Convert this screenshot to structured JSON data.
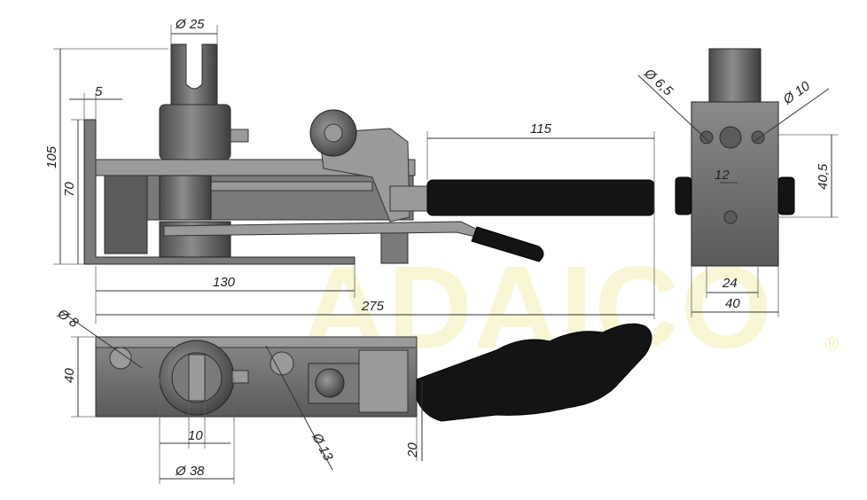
{
  "watermark": {
    "text": "ADAICO",
    "registered": "®"
  },
  "dimensions": {
    "dia_25": "Ø 25",
    "d_5": "5",
    "d_105": "105",
    "d_70": "70",
    "d_115": "115",
    "d_130": "130",
    "d_275": "275",
    "dia_8": "Ø 8",
    "d_40_left": "40",
    "d_10": "10",
    "dia_38": "Ø 38",
    "dia_13": "Ø 13",
    "d_20": "20",
    "dia_6_5": "Ø 6,5",
    "dia_10": "Ø 10",
    "d_12": "12",
    "d_40_5": "40,5",
    "d_24": "24",
    "d_40_right": "40"
  }
}
